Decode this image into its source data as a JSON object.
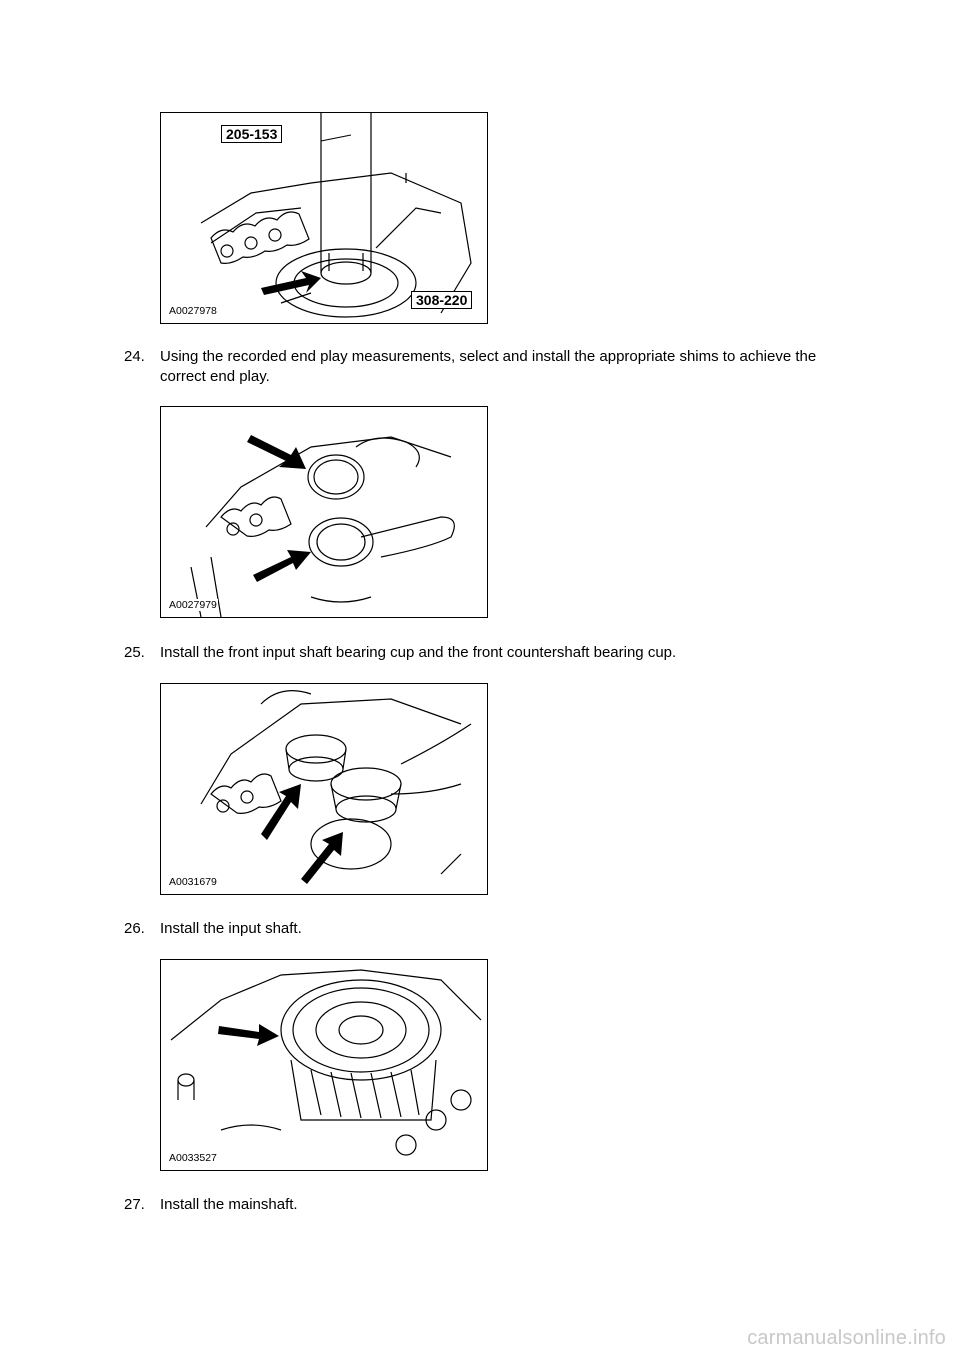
{
  "figures": [
    {
      "id": "A0027978",
      "callouts": [
        "205-153",
        "308-220"
      ]
    },
    {
      "id": "A0027979",
      "callouts": []
    },
    {
      "id": "A0031679",
      "callouts": []
    },
    {
      "id": "A0033527",
      "callouts": []
    }
  ],
  "steps": [
    {
      "number": "24.",
      "text": "Using the recorded end play measurements, select and install the appropriate shims to achieve the correct end play."
    },
    {
      "number": "25.",
      "text": "Install the front input shaft bearing cup and the front countershaft bearing cup."
    },
    {
      "number": "26.",
      "text": "Install the input shaft."
    },
    {
      "number": "27.",
      "text": "Install the mainshaft."
    }
  ],
  "watermark": "carmanualsonline.info"
}
